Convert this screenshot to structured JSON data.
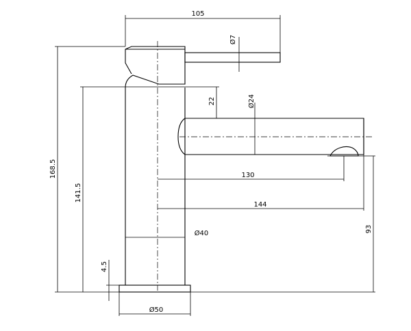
{
  "drawing": {
    "dimensions": {
      "overall_length": "105",
      "handle_diameter": "Ø7",
      "total_height": "168.5",
      "body_height": "141.5",
      "top_offset": "22",
      "spout_diameter": "Ø24",
      "reach_outlet": "130",
      "reach_tip": "144",
      "outlet_height": "93",
      "body_diameter": "Ø40",
      "base_thickness": "4.5",
      "base_diameter": "Ø50"
    }
  }
}
